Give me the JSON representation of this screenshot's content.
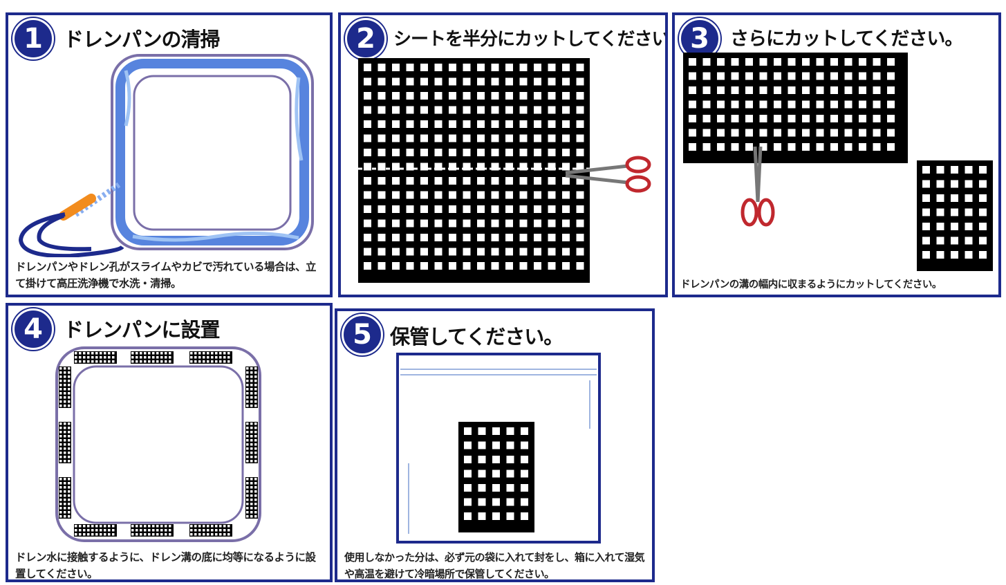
{
  "steps": [
    {
      "number": "1",
      "title": "ドレンパンの清掃",
      "caption": "ドレンパンやドレン孔がスライムやカビで汚れている場合は、立て掛けて高圧洗浄機で水洗・清掃。"
    },
    {
      "number": "2",
      "title": "シートを半分にカットしてください。",
      "caption": ""
    },
    {
      "number": "3",
      "title": "さらにカットしてください。",
      "caption": "ドレンパンの溝の幅内に収まるようにカットしてください。"
    },
    {
      "number": "4",
      "title": "ドレンパンに設置",
      "caption": "ドレン水に接触するように、ドレン溝の底に均等になるように設置してください。"
    },
    {
      "number": "5",
      "title": "保管してください。",
      "caption": "使用しなかった分は、必ず元の袋に入れて封をし、箱に入れて湿気や高温を避けて冷暗場所で保管してください。"
    }
  ],
  "colors": {
    "frame": "#1d2a8c",
    "sheet": "#000000",
    "water": "#3a6fd8",
    "scissors_handle": "#c0282e",
    "nozzle": "#f28c1e"
  },
  "icons": [
    "step-number-badge",
    "scissors-icon",
    "hose-icon",
    "drain-pan-icon",
    "bag-icon"
  ]
}
